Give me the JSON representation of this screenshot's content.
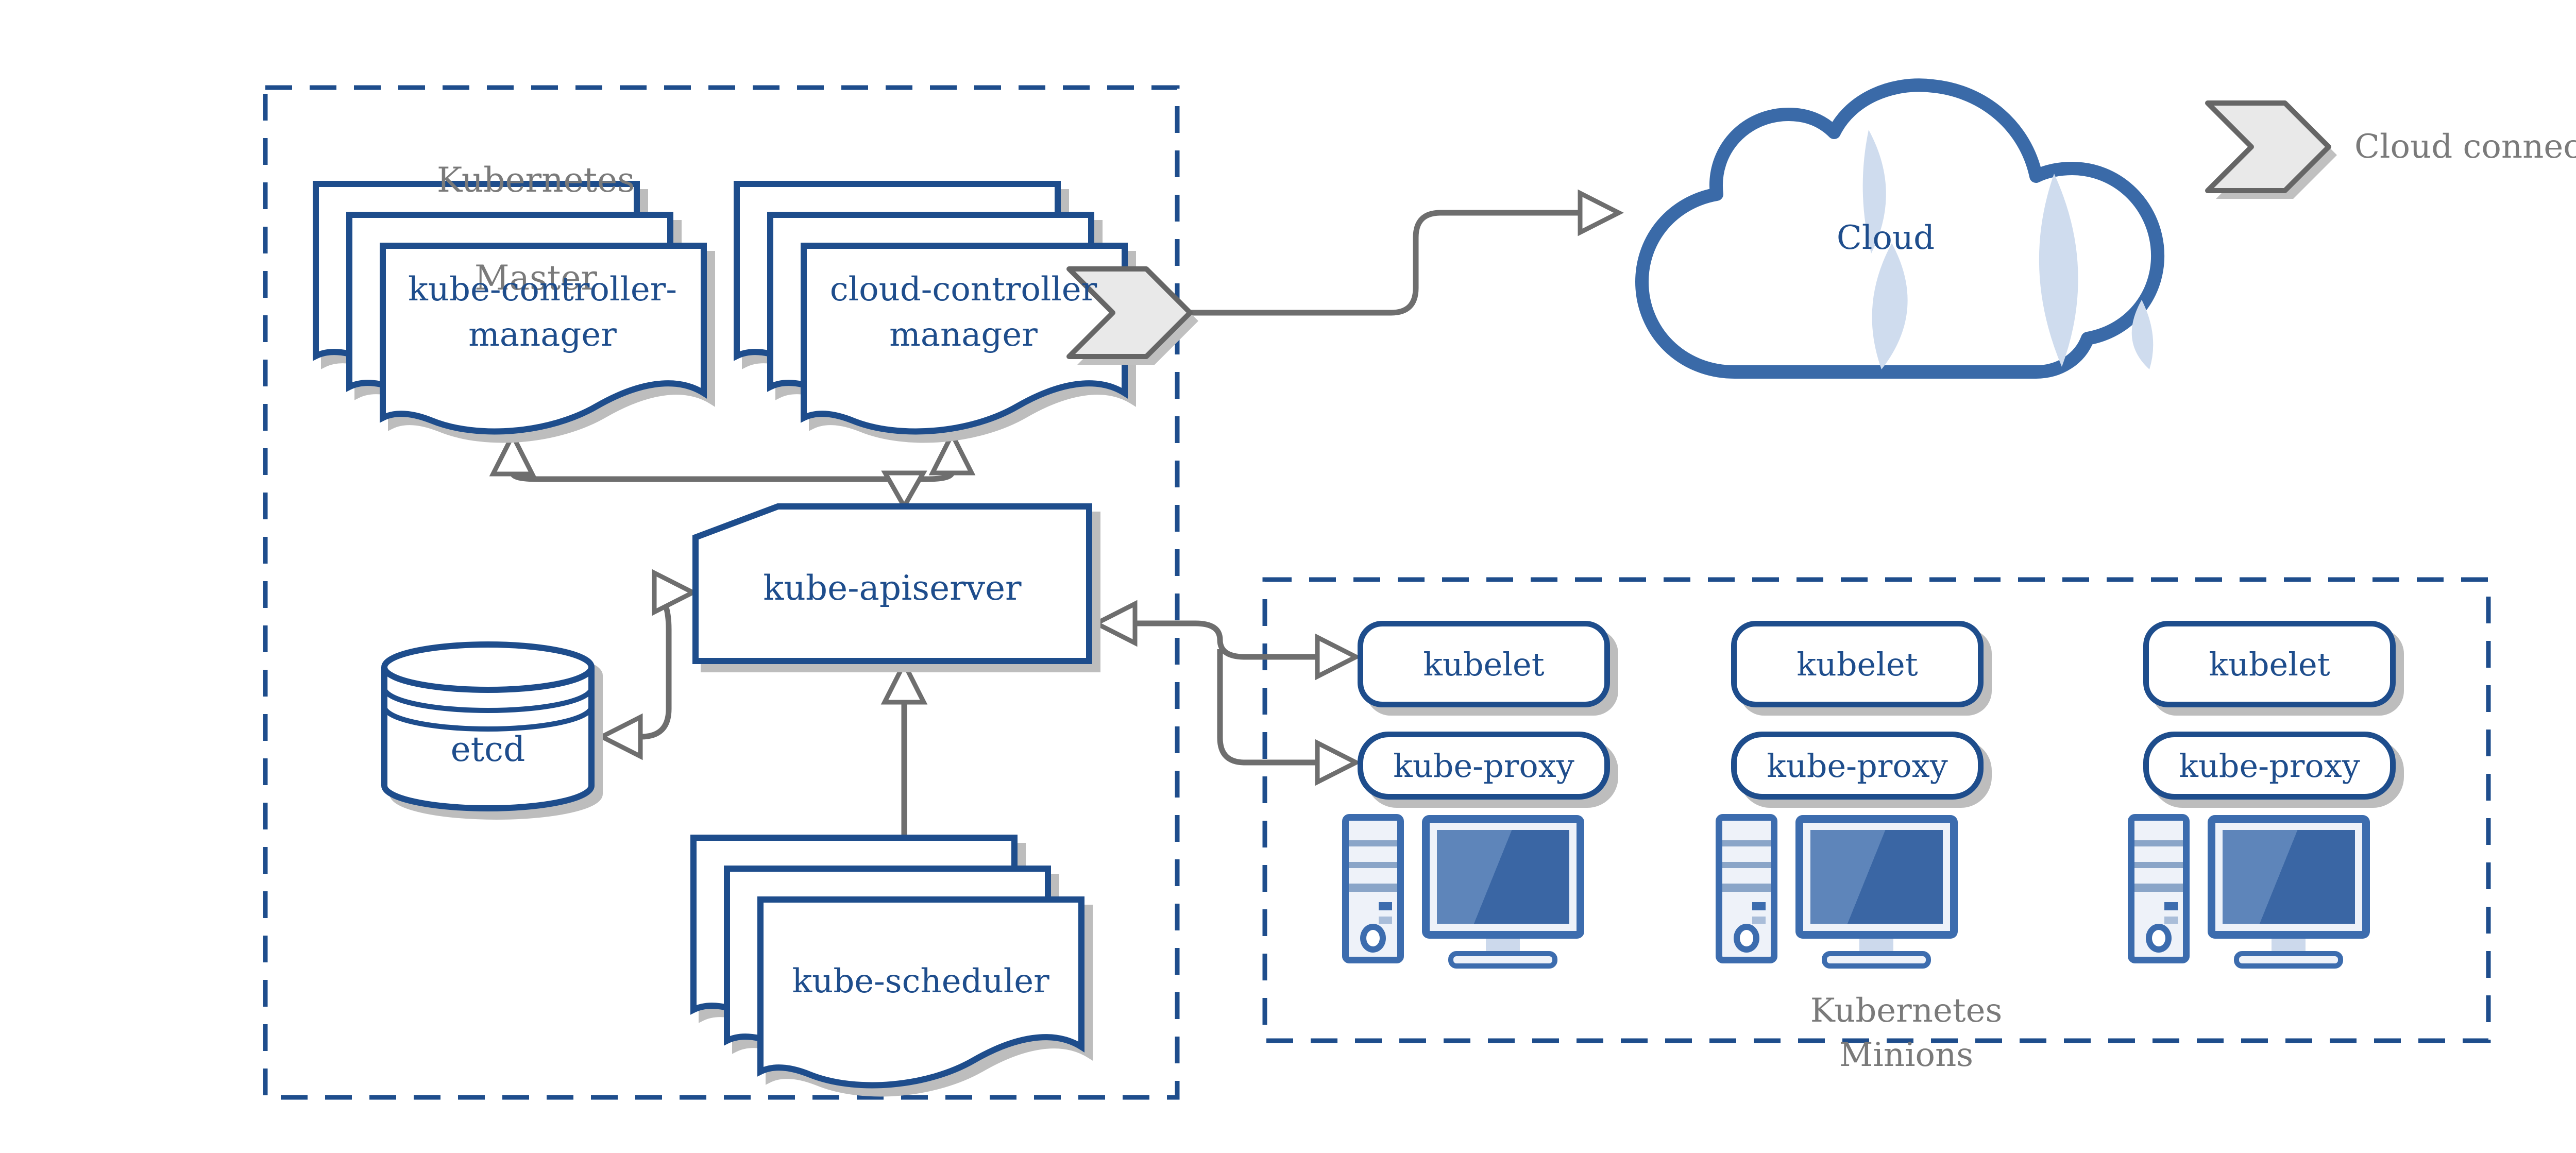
{
  "master": {
    "title_line1": "Kubernetes",
    "title_line2": "Master",
    "kube_controller_manager_line1": "kube-controller-",
    "kube_controller_manager_line2": "manager",
    "cloud_controller_manager_line1": "cloud-controller",
    "cloud_controller_manager_line2": "manager",
    "apiserver_label": "kube-apiserver",
    "etcd_label": "etcd",
    "scheduler_label": "kube-scheduler"
  },
  "cloud": {
    "label": "Cloud"
  },
  "legend": {
    "label": "Cloud connector",
    "icon": "cloud-connector-chevron"
  },
  "minions": {
    "title_line1": "Kubernetes",
    "title_line2": "Minions",
    "nodes": [
      {
        "kubelet": "kubelet",
        "proxy": "kube-proxy",
        "icon": "desktop-computer"
      },
      {
        "kubelet": "kubelet",
        "proxy": "kube-proxy",
        "icon": "desktop-computer"
      },
      {
        "kubelet": "kubelet",
        "proxy": "kube-proxy",
        "icon": "desktop-computer"
      }
    ]
  },
  "icons": {
    "etcd": "database-cylinder",
    "controller_stacks": "document-stack",
    "cloud": "cloud-shape"
  },
  "colors": {
    "deep_blue": "#1e4d8c",
    "medium_blue": "#3c6cae",
    "cloud_border_blue": "#3a6aa8",
    "sliver_blue": "#cfdcee",
    "gray_text": "#7a7a7a",
    "line_gray": "#6e6e6e",
    "shadow_gray": "#bdbdbd",
    "chevron_fill": "#e9e9e9"
  }
}
